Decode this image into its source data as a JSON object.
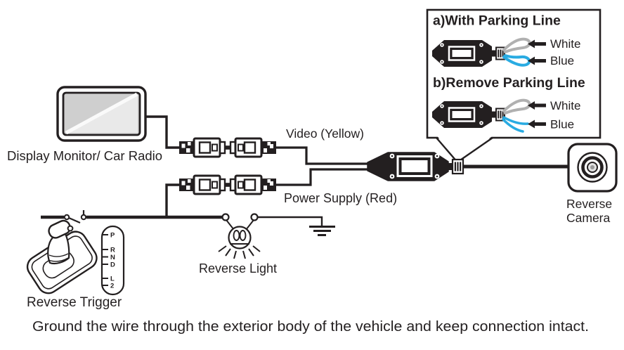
{
  "callout": {
    "a": {
      "title": "a)With Parking Line",
      "white": "White",
      "blue": "Blue"
    },
    "b": {
      "title": "b)Remove Parking Line",
      "white": "White",
      "blue": "Blue"
    }
  },
  "labels": {
    "monitor": "Display Monitor/ Car Radio",
    "video": "Video (Yellow)",
    "power": "Power Supply (Red)",
    "reverse_light": "Reverse Light",
    "reverse_trigger": "Reverse Trigger",
    "camera_line1": "Reverse",
    "camera_line2": "Camera"
  },
  "gear_selector": {
    "positions": [
      "P",
      "R",
      "N",
      "D",
      "L",
      "2"
    ]
  },
  "caption": "Ground the wire through the exterior body of the vehicle and keep connection intact.",
  "colors": {
    "ink": "#231f20",
    "blue_wire": "#29abe2",
    "white_wire": "#b0b0b0",
    "screen_gray": "#d2d2d2"
  }
}
